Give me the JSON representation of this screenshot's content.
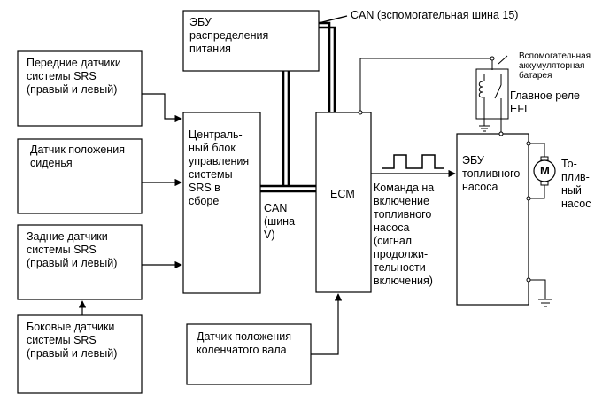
{
  "labels": {
    "front_sensors": "Передние датчики\nсистемы SRS\n(правый и левый)",
    "seat_sensor": "Датчик положения\nсиденья",
    "rear_sensors": "Задние датчики\nсистемы SRS\n(правый и левый)",
    "side_sensors": "Боковые датчики\nсистемы SRS\n(правый и левый)",
    "power_ecu": "ЭБУ\nраспределения\nпитания",
    "can_aux": "CAN (вспомогательная шина 15)",
    "srs_unit": "Централь-\nный блок\nуправления\nсистемы\nSRS в\nсборе",
    "can_v": "CAN\n(шина\nV)",
    "ecm": "ECM",
    "command": "Команда на\nвключение\nтопливного\nнасоса\n(сигнал\nпродолжи-\nтельности\nвключения)",
    "crank_sensor": "Датчик положения\nколенчатого вала",
    "aux_battery": "Вспомогательная\nаккумуляторная\nбатарея",
    "main_relay": "Главное реле\nEFI",
    "fuel_pump_ecu": "ЭБУ\nтопливного\nнасоса",
    "fuel_pump": "То-\nплив-\nный\nнасос",
    "motor_symbol": "M"
  },
  "colors": {
    "line": "#000000",
    "background": "#ffffff"
  }
}
